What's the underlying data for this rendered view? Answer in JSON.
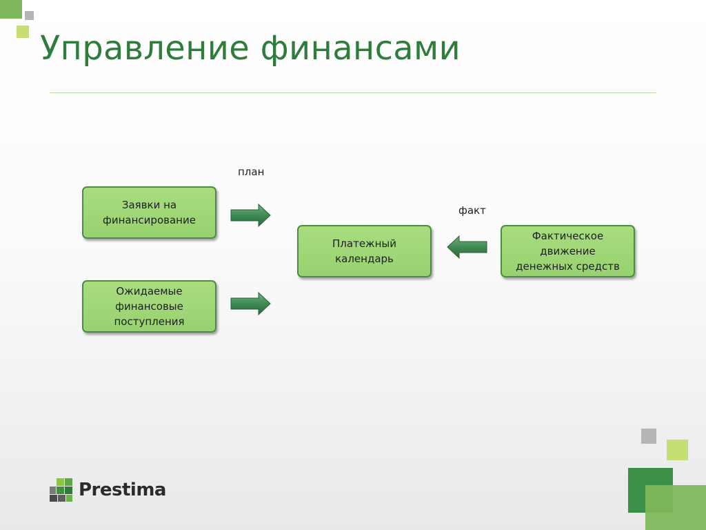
{
  "slide": {
    "title": "Управление финансами"
  },
  "diagram": {
    "nodes": [
      {
        "id": "funding-requests",
        "label": "Заявки на\nфинансирование"
      },
      {
        "id": "expected-receipts",
        "label": "Ожидаемые\nфинансовые\nпоступления"
      },
      {
        "id": "payment-calendar",
        "label": "Платежный\nкалендарь"
      },
      {
        "id": "actual-cashflow",
        "label": "Фактическое\nдвижение\nденежных средств"
      }
    ],
    "edges": [
      {
        "from": "funding-requests",
        "to": "payment-calendar",
        "label": "план"
      },
      {
        "from": "expected-receipts",
        "to": "payment-calendar",
        "label": ""
      },
      {
        "from": "actual-cashflow",
        "to": "payment-calendar",
        "label": "факт"
      }
    ]
  },
  "logo": {
    "text": "Prestima"
  },
  "colors": {
    "title": "#2e7d3c",
    "box_fill": "#9ed676",
    "box_border": "#4c8a45",
    "arrow": "#3f8a52",
    "accent_light": "#c5df73",
    "accent_dark": "#3c9048",
    "gray": "#b5b5b5"
  }
}
